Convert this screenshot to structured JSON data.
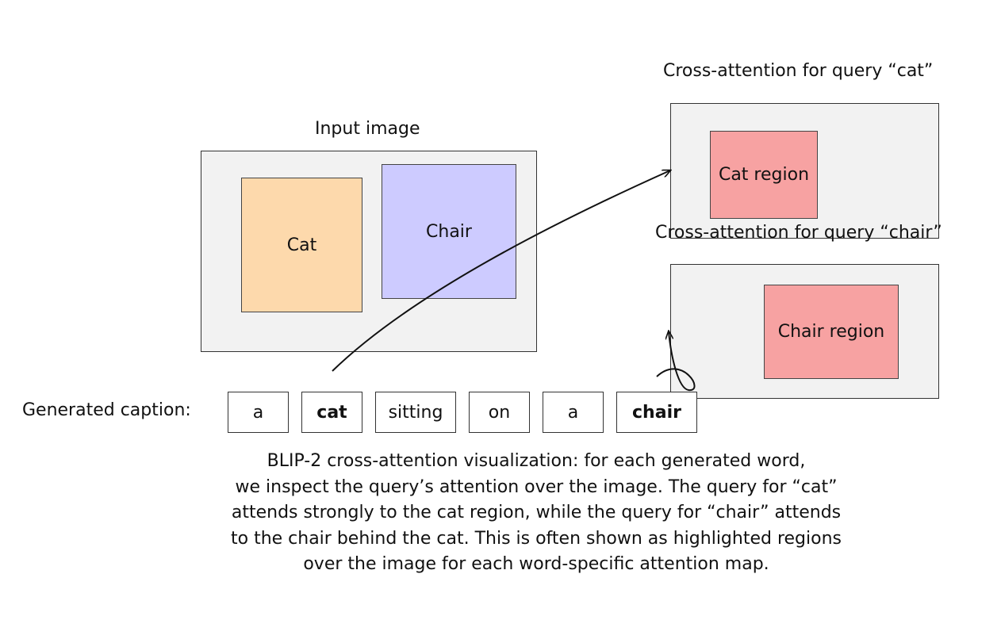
{
  "input_image": {
    "title": "Input image",
    "cat_label": "Cat",
    "chair_label": "Chair"
  },
  "attention_cat": {
    "title": "Cross-attention for query “cat”",
    "region_label": "Cat region"
  },
  "attention_chair": {
    "title": "Cross-attention for query “chair”",
    "region_label": "Chair region"
  },
  "caption": {
    "label": "Generated caption:",
    "words": [
      {
        "text": "a",
        "bold": false
      },
      {
        "text": "cat",
        "bold": true
      },
      {
        "text": "sitting",
        "bold": false
      },
      {
        "text": "on",
        "bold": false
      },
      {
        "text": "a",
        "bold": false
      },
      {
        "text": "chair",
        "bold": true
      }
    ]
  },
  "figure_caption": {
    "lines": [
      "BLIP-2 cross-attention visualization: for each generated word,",
      "we inspect the query’s attention over the image.  The query for “cat”",
      "attends strongly to the cat region, while the query for “chair” attends",
      "to the chair behind the cat.  This is often shown as highlighted regions",
      "over the image for each word-specific attention map."
    ]
  },
  "colors": {
    "frame_bg": "#f2f2f2",
    "cat_region": "#fdd9ac",
    "chair_region": "#cdcbff",
    "attention_highlight": "#f7a2a2"
  }
}
